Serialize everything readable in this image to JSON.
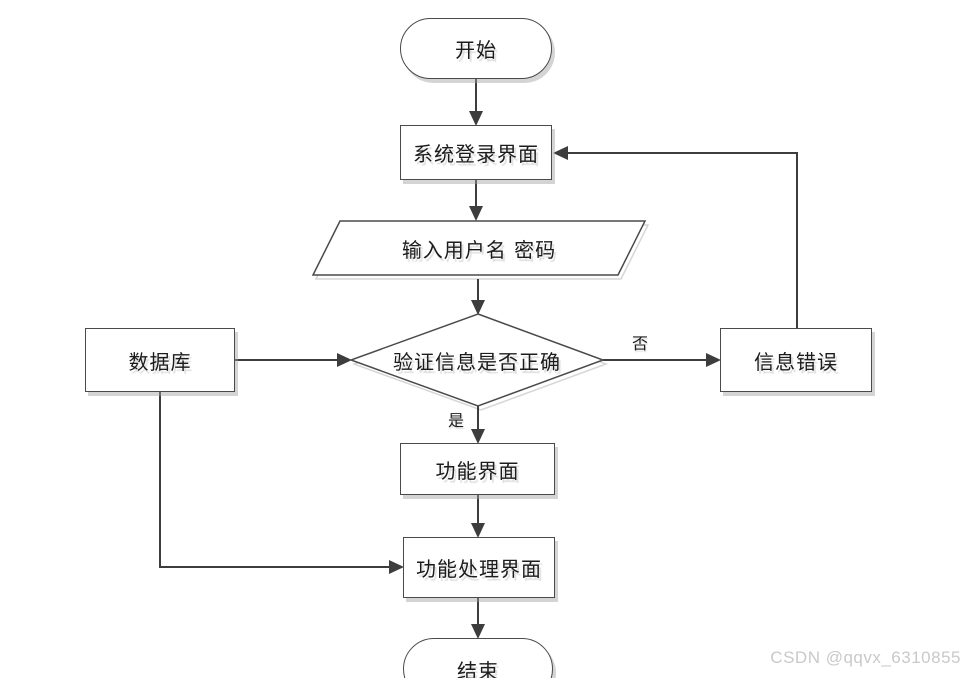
{
  "flowchart": {
    "title": "system-login-flowchart",
    "nodes": {
      "start": {
        "label": "开始",
        "type": "terminator"
      },
      "login": {
        "label": "系统登录界面",
        "type": "process"
      },
      "input_credentials": {
        "label": "输入用户名 密码",
        "type": "input-output"
      },
      "verify": {
        "label": "验证信息是否正确",
        "type": "decision"
      },
      "database": {
        "label": "数据库",
        "type": "process"
      },
      "error": {
        "label": "信息错误",
        "type": "process"
      },
      "function_ui": {
        "label": "功能界面",
        "type": "process"
      },
      "function_processing_ui": {
        "label": "功能处理界面",
        "type": "process"
      },
      "end": {
        "label": "结束",
        "type": "terminator"
      }
    },
    "edge_labels": {
      "yes": "是",
      "no": "否"
    },
    "colors": {
      "line": "#3d3d3d",
      "border": "#4a4a4a",
      "text": "#1c1c1c",
      "shadow": "#d6d6d6",
      "background": "#ffffff"
    }
  },
  "watermark": {
    "text": "CSDN @qqvx_6310855",
    "color": "#c9c9c9"
  }
}
